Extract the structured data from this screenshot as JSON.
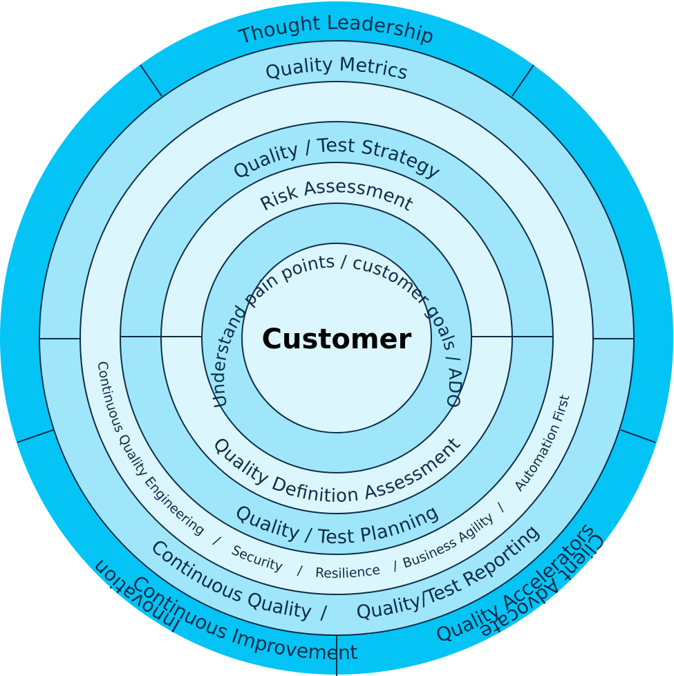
{
  "diagram": {
    "center_label": "Customer",
    "colors": {
      "outer_ring": "#03c4f5",
      "mid_ring": "#9fe6fb",
      "light_ring": "#dcf6fe",
      "outline": "#0d2d4a",
      "text": "#0d2d4a",
      "center_text": "#000000"
    },
    "outer_ring": {
      "segments": [
        {
          "label": "Thought Leadership"
        },
        {
          "label": "Client Advocate"
        },
        {
          "label": "Quality Accelerators"
        },
        {
          "label": "Continuous Improvement"
        },
        {
          "label": "Innovation"
        }
      ]
    },
    "ring_2": {
      "top_label": "Quality Metrics",
      "bottom_label": "Continuous Quality",
      "bottom_separator": "/",
      "bottom_label_2": "Quality/Test Reporting"
    },
    "ring_3": {
      "items": [
        {
          "label": "Continuous Quality Engineering"
        },
        {
          "label": "Security"
        },
        {
          "label": "Resilience"
        },
        {
          "label": "Business Agility"
        },
        {
          "label": "Automation First"
        }
      ],
      "separator": "/"
    },
    "ring_4": {
      "top_label": "Quality / Test Strategy",
      "bottom_label": "Quality / Test Planning"
    },
    "ring_5": {
      "top_label": "Risk Assessment",
      "bottom_label": "Quality Definition Assessment"
    },
    "ring_6": {
      "label": "Understand pain points / customer goals / ADO"
    }
  }
}
